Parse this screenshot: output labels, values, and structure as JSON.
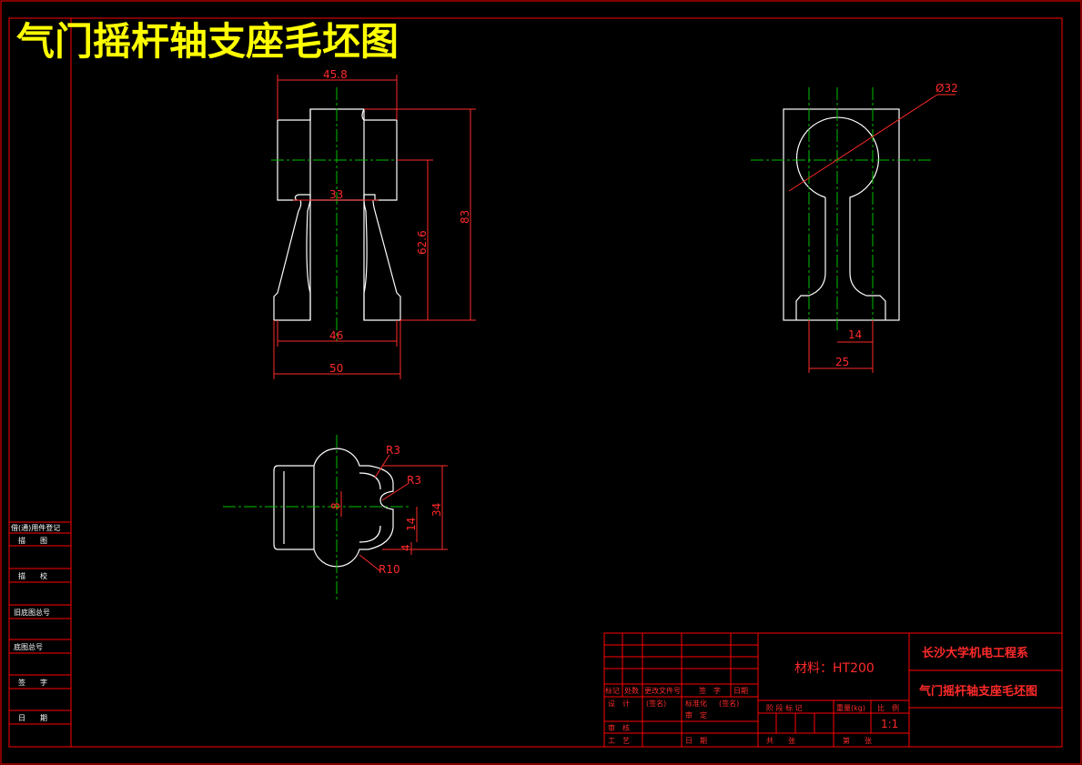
{
  "title": "气门摇杆轴支座毛坯图",
  "colors": {
    "background": "#000000",
    "frame": "#ff0000",
    "outline": "#ffffff",
    "centerline": "#00c000",
    "dimension": "#ff2a2a",
    "title_text": "#ffff00"
  },
  "front_view": {
    "dims": {
      "top_width": "45.8",
      "neck": "33",
      "inner_height": "62.6",
      "overall_height": "83",
      "base_inner": "46",
      "base_width": "50"
    }
  },
  "side_view": {
    "dims": {
      "hole_dia": "Ø32",
      "web": "14",
      "base": "25"
    }
  },
  "top_view": {
    "dims": {
      "r_top": "R3",
      "r_side": "R3",
      "r_big": "R10",
      "h_small": "8",
      "h_mid": "14",
      "h_4": "4",
      "h_total": "34"
    }
  },
  "side_panel": {
    "labels": [
      "借(通)用件登记",
      "描　　图",
      "描　　校",
      "旧底图总号",
      "底图总号",
      "签　　字",
      "日　　期"
    ]
  },
  "title_block": {
    "material": "材料：HT200",
    "school": "长沙大学机电工程系",
    "drawing_name": "气门摇杆轴支座毛坯图",
    "headers": [
      "标记",
      "处数",
      "更改文件号",
      "签　字",
      "日期"
    ],
    "design_row": [
      "设　计",
      "(签名)",
      "标准化",
      "(签名)"
    ],
    "review_row": [
      "审　核",
      "",
      "审　定",
      ""
    ],
    "process_row": [
      "工　艺",
      "",
      "日　期",
      ""
    ],
    "stage_label": "阶 段 标 记",
    "weight_label": "重量(kg)",
    "scale_label": "比　例",
    "scale_value": "1:1",
    "sheets_total": "共　　张",
    "sheet_no": "第　　张"
  }
}
